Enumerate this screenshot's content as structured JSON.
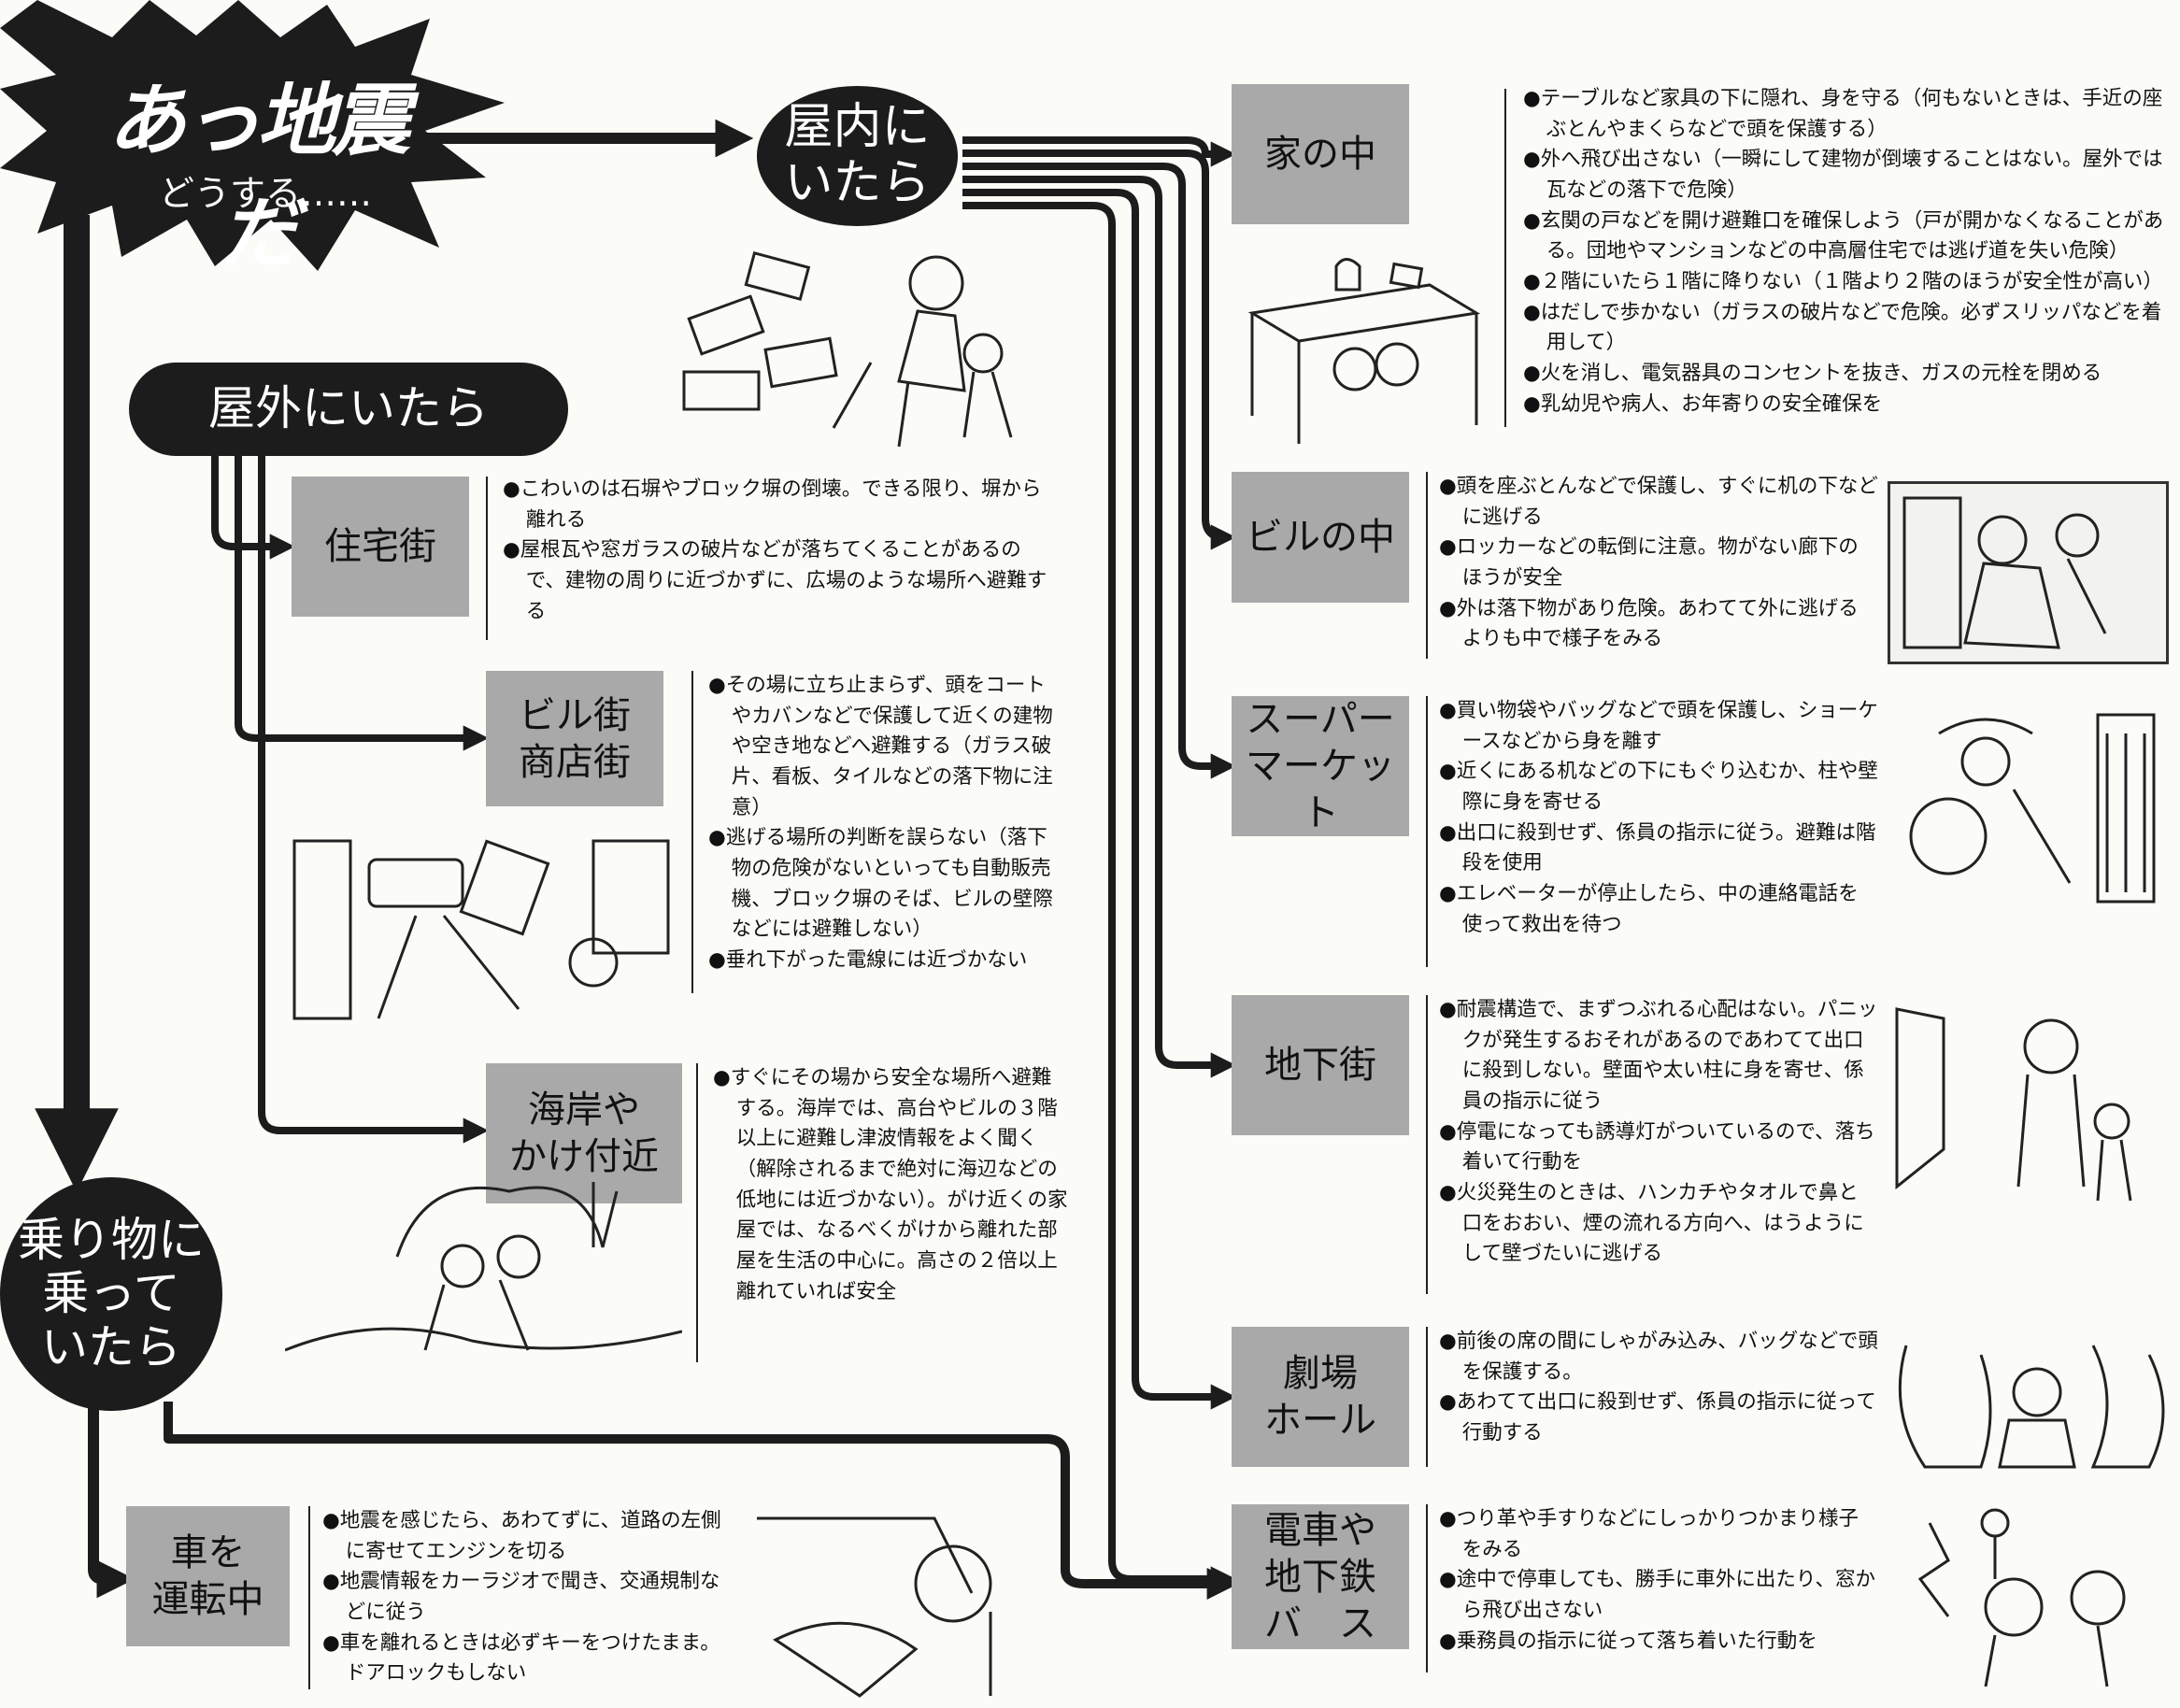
{
  "title": {
    "main": "あっ地震だ",
    "sub": "どうする……"
  },
  "indoor": {
    "label": "屋内に\nいたら",
    "sections": [
      {
        "heading": "家の中",
        "items": [
          "テーブルなど家具の下に隠れ、身を守る（何もないときは、手近の座ぶとんやまくらなどで頭を保護する）",
          "外へ飛び出さない（一瞬にして建物が倒壊することはない。屋外では瓦などの落下で危険）",
          "玄関の戸などを開け避難口を確保しよう（戸が開かなくなることがある。団地やマンションなどの中高層住宅では逃げ道を失い危険）",
          "２階にいたら１階に降りない（１階より２階のほうが安全性が高い）",
          "はだしで歩かない（ガラスの破片などで危険。必ずスリッパなどを着用して）",
          "火を消し、電気器具のコンセントを抜き、ガスの元栓を閉める",
          "乳幼児や病人、お年寄りの安全確保を"
        ]
      },
      {
        "heading": "ビルの中",
        "items": [
          "頭を座ぶとんなどで保護し、すぐに机の下などに逃げる",
          "ロッカーなどの転倒に注意。物がない廊下のほうが安全",
          "外は落下物があり危険。あわてて外に逃げるよりも中で様子をみる"
        ]
      },
      {
        "heading": "スーパー\nマーケット",
        "items": [
          "買い物袋やバッグなどで頭を保護し、ショーケースなどから身を離す",
          "近くにある机などの下にもぐり込むか、柱や壁際に身を寄せる",
          "出口に殺到せず、係員の指示に従う。避難は階段を使用",
          "エレベーターが停止したら、中の連絡電話を使って救出を待つ"
        ]
      },
      {
        "heading": "地下街",
        "items": [
          "耐震構造で、まずつぶれる心配はない。パニックが発生するおそれがあるのであわてて出口に殺到しない。壁面や太い柱に身を寄せ、係員の指示に従う",
          "停電になっても誘導灯がついているので、落ち着いて行動を",
          "火災発生のときは、ハンカチやタオルで鼻と口をおおい、煙の流れる方向へ、はうようにして壁づたいに逃げる"
        ]
      },
      {
        "heading": "劇場\nホール",
        "items": [
          "前後の席の間にしゃがみ込み、バッグなどで頭を保護する。",
          "あわてて出口に殺到せず、係員の指示に従って行動する"
        ]
      },
      {
        "heading": "電車や\n地下鉄\nバ　ス",
        "items": [
          "つり革や手すりなどにしっかりつかまり様子をみる",
          "途中で停車しても、勝手に車外に出たり、窓から飛び出さない",
          "乗務員の指示に従って落ち着いた行動を"
        ]
      }
    ]
  },
  "outdoor": {
    "label": "屋外にいたら",
    "sections": [
      {
        "heading": "住宅街",
        "items": [
          "こわいのは石塀やブロック塀の倒壊。できる限り、塀から離れる",
          "屋根瓦や窓ガラスの破片などが落ちてくることがあるので、建物の周りに近づかずに、広場のような場所へ避難する"
        ]
      },
      {
        "heading": "ビル街\n商店街",
        "items": [
          "その場に立ち止まらず、頭をコートやカバンなどで保護して近くの建物や空き地などへ避難する（ガラス破片、看板、タイルなどの落下物に注意）",
          "逃げる場所の判断を誤らない（落下物の危険がないといっても自動販売機、ブロック塀のそば、ビルの壁際などには避難しない）",
          "垂れ下がった電線には近づかない"
        ]
      },
      {
        "heading": "海岸や\nかけ付近",
        "items": [
          "すぐにその場から安全な場所へ避難する。海岸では、高台やビルの３階以上に避難し津波情報をよく聞く（解除されるまで絶対に海辺などの低地には近づかない）。がけ近くの家屋では、なるべくがけから離れた部屋を生活の中心に。高さの２倍以上離れていれば安全"
        ]
      }
    ]
  },
  "vehicle": {
    "label": "乗り物に\n乗って\nいたら",
    "sections": [
      {
        "heading": "車を\n運転中",
        "items": [
          "地震を感じたら、あわてずに、道路の左側に寄せてエンジンを切る",
          "地震情報をカーラジオで聞き、交通規制などに従う",
          "車を離れるときは必ずキーをつけたまま。ドアロックもしない"
        ]
      }
    ]
  },
  "colors": {
    "ink": "#1c1c1c",
    "box_gray": "#a9a9a9",
    "paper": "#fbfbf8"
  }
}
